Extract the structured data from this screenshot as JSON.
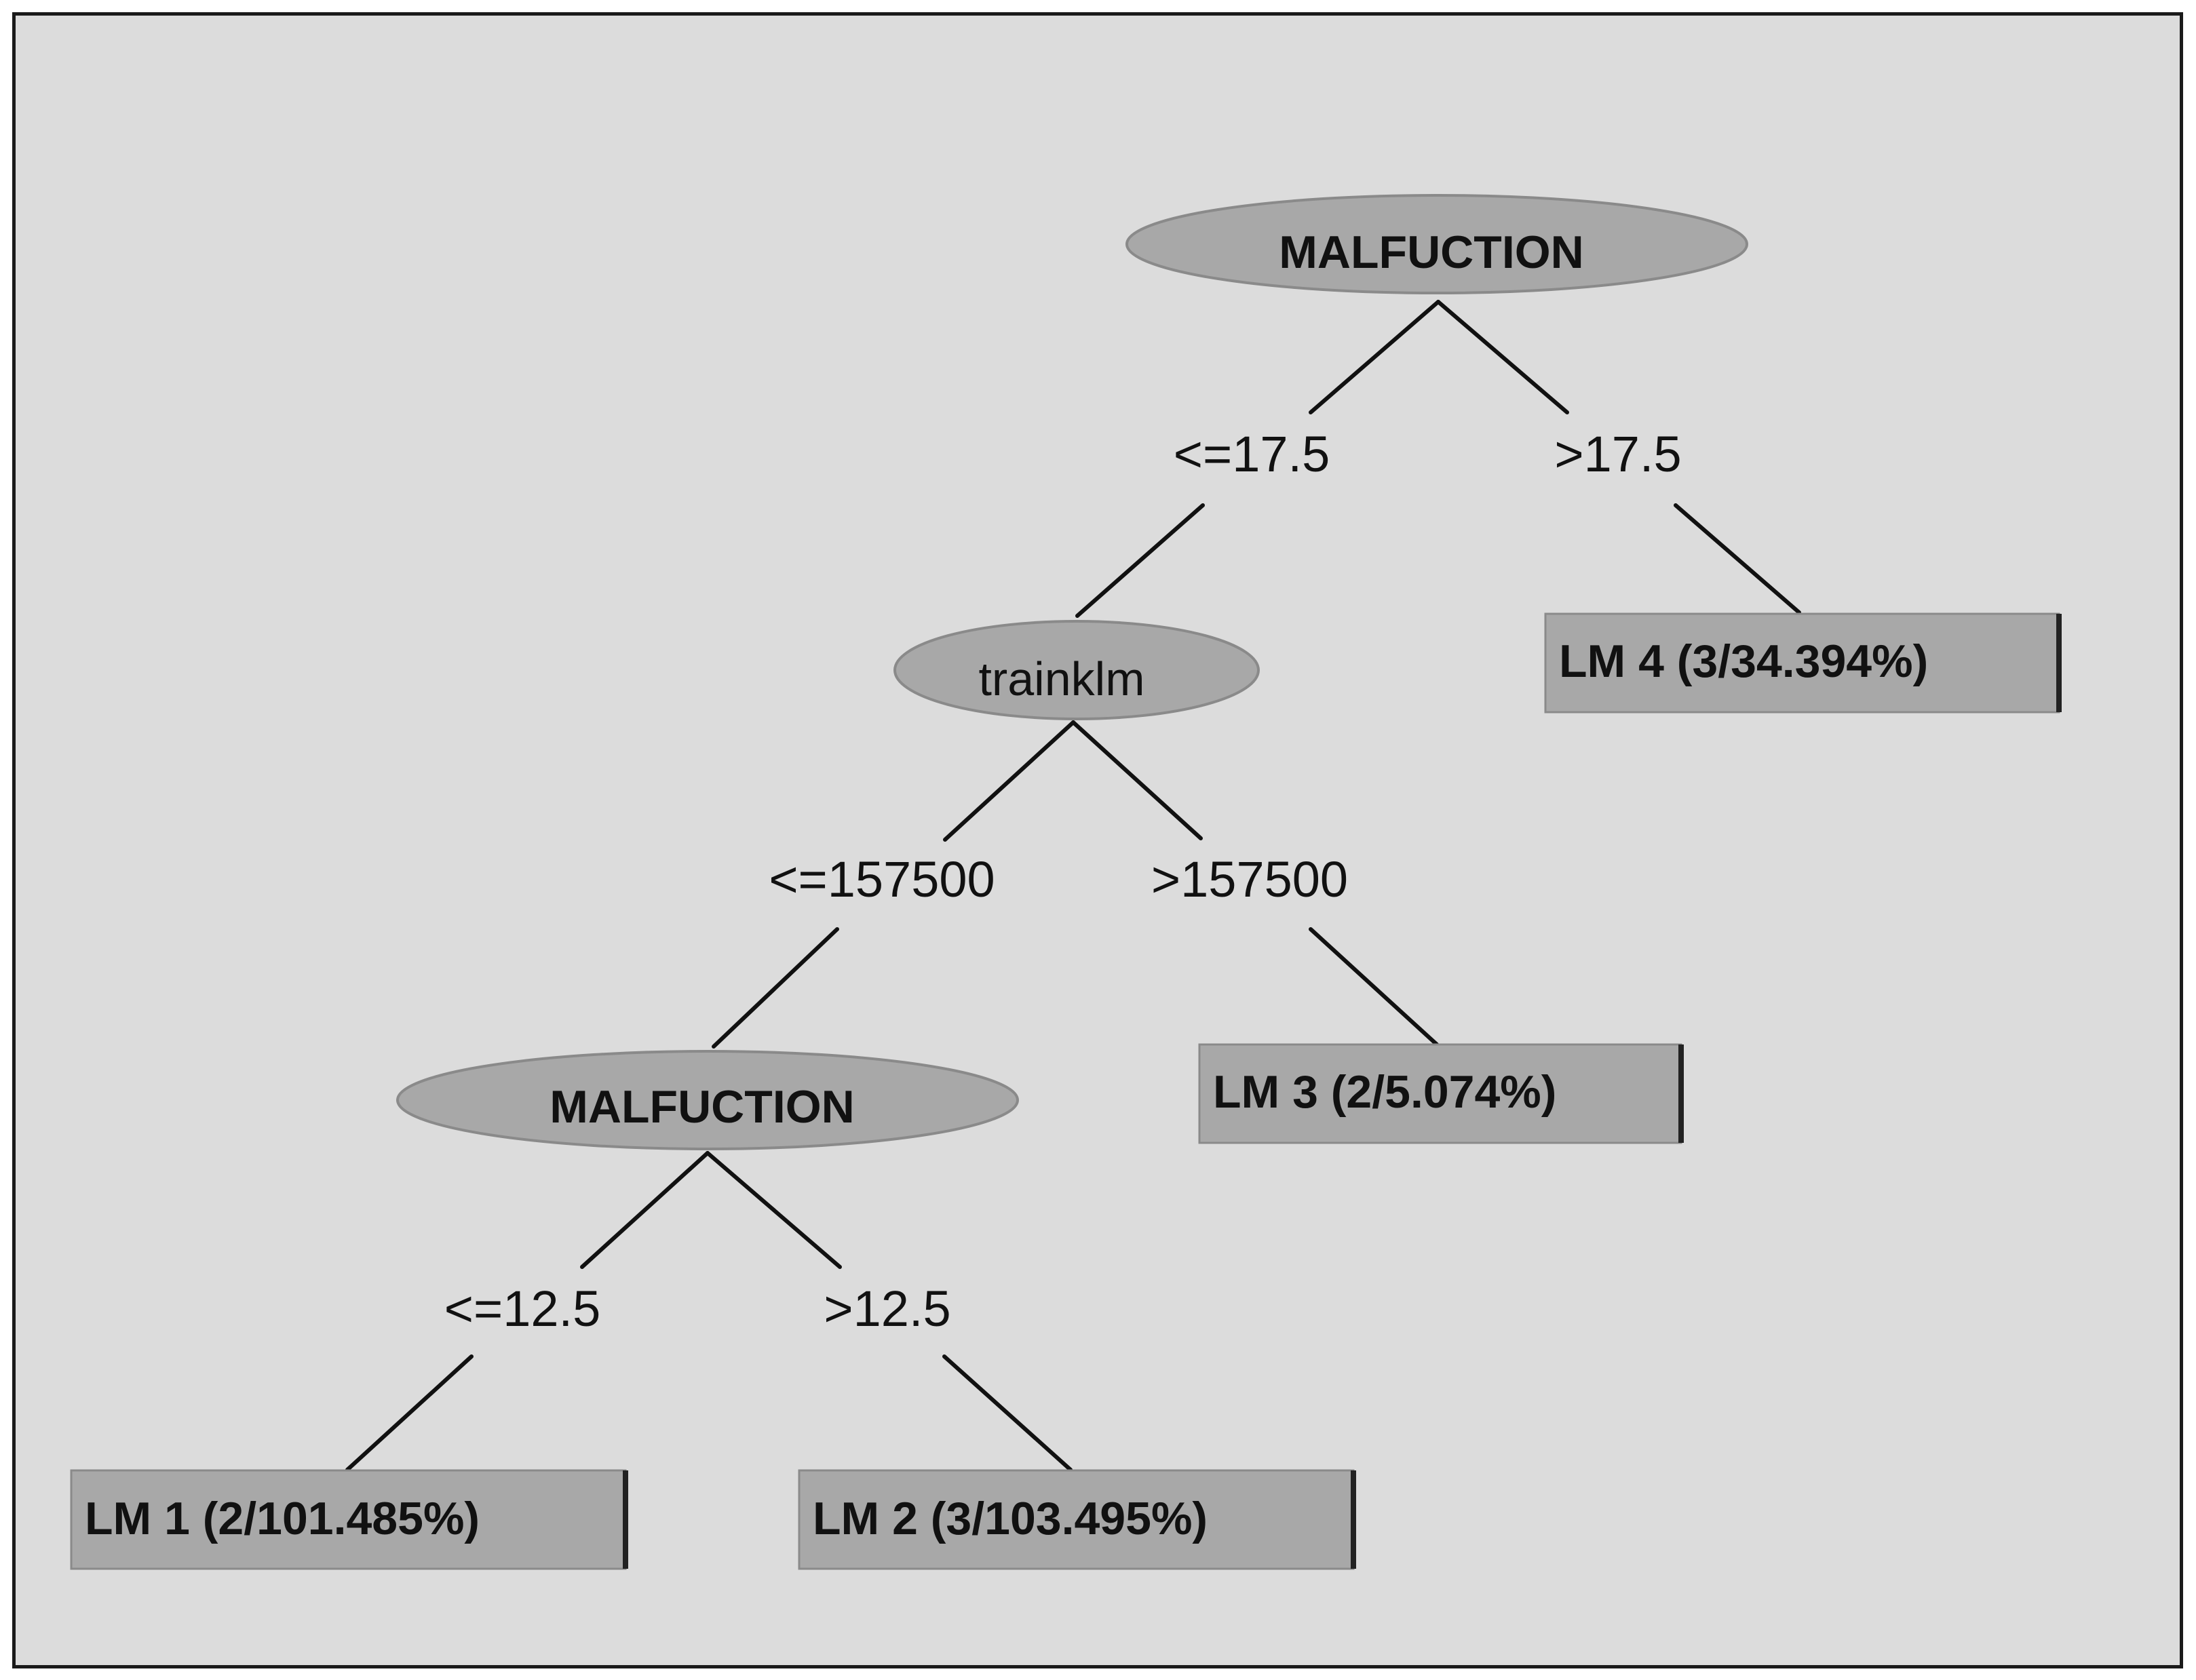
{
  "tree": {
    "nodes": {
      "root": "MALFUCTION",
      "trainklm": "trainklm",
      "malfuction_lower": "MALFUCTION"
    },
    "edges": {
      "root_left": "<=17.5",
      "root_right": ">17.5",
      "trainklm_left": "<=157500",
      "trainklm_right": ">157500",
      "malf_left": "<=12.5",
      "malf_right": ">12.5"
    },
    "leaves": {
      "lm1": "LM 1 (2/101.485%)",
      "lm2": "LM 2 (3/103.495%)",
      "lm3": "LM 3 (2/5.074%)",
      "lm4": "LM 4 (3/34.394%)"
    }
  }
}
